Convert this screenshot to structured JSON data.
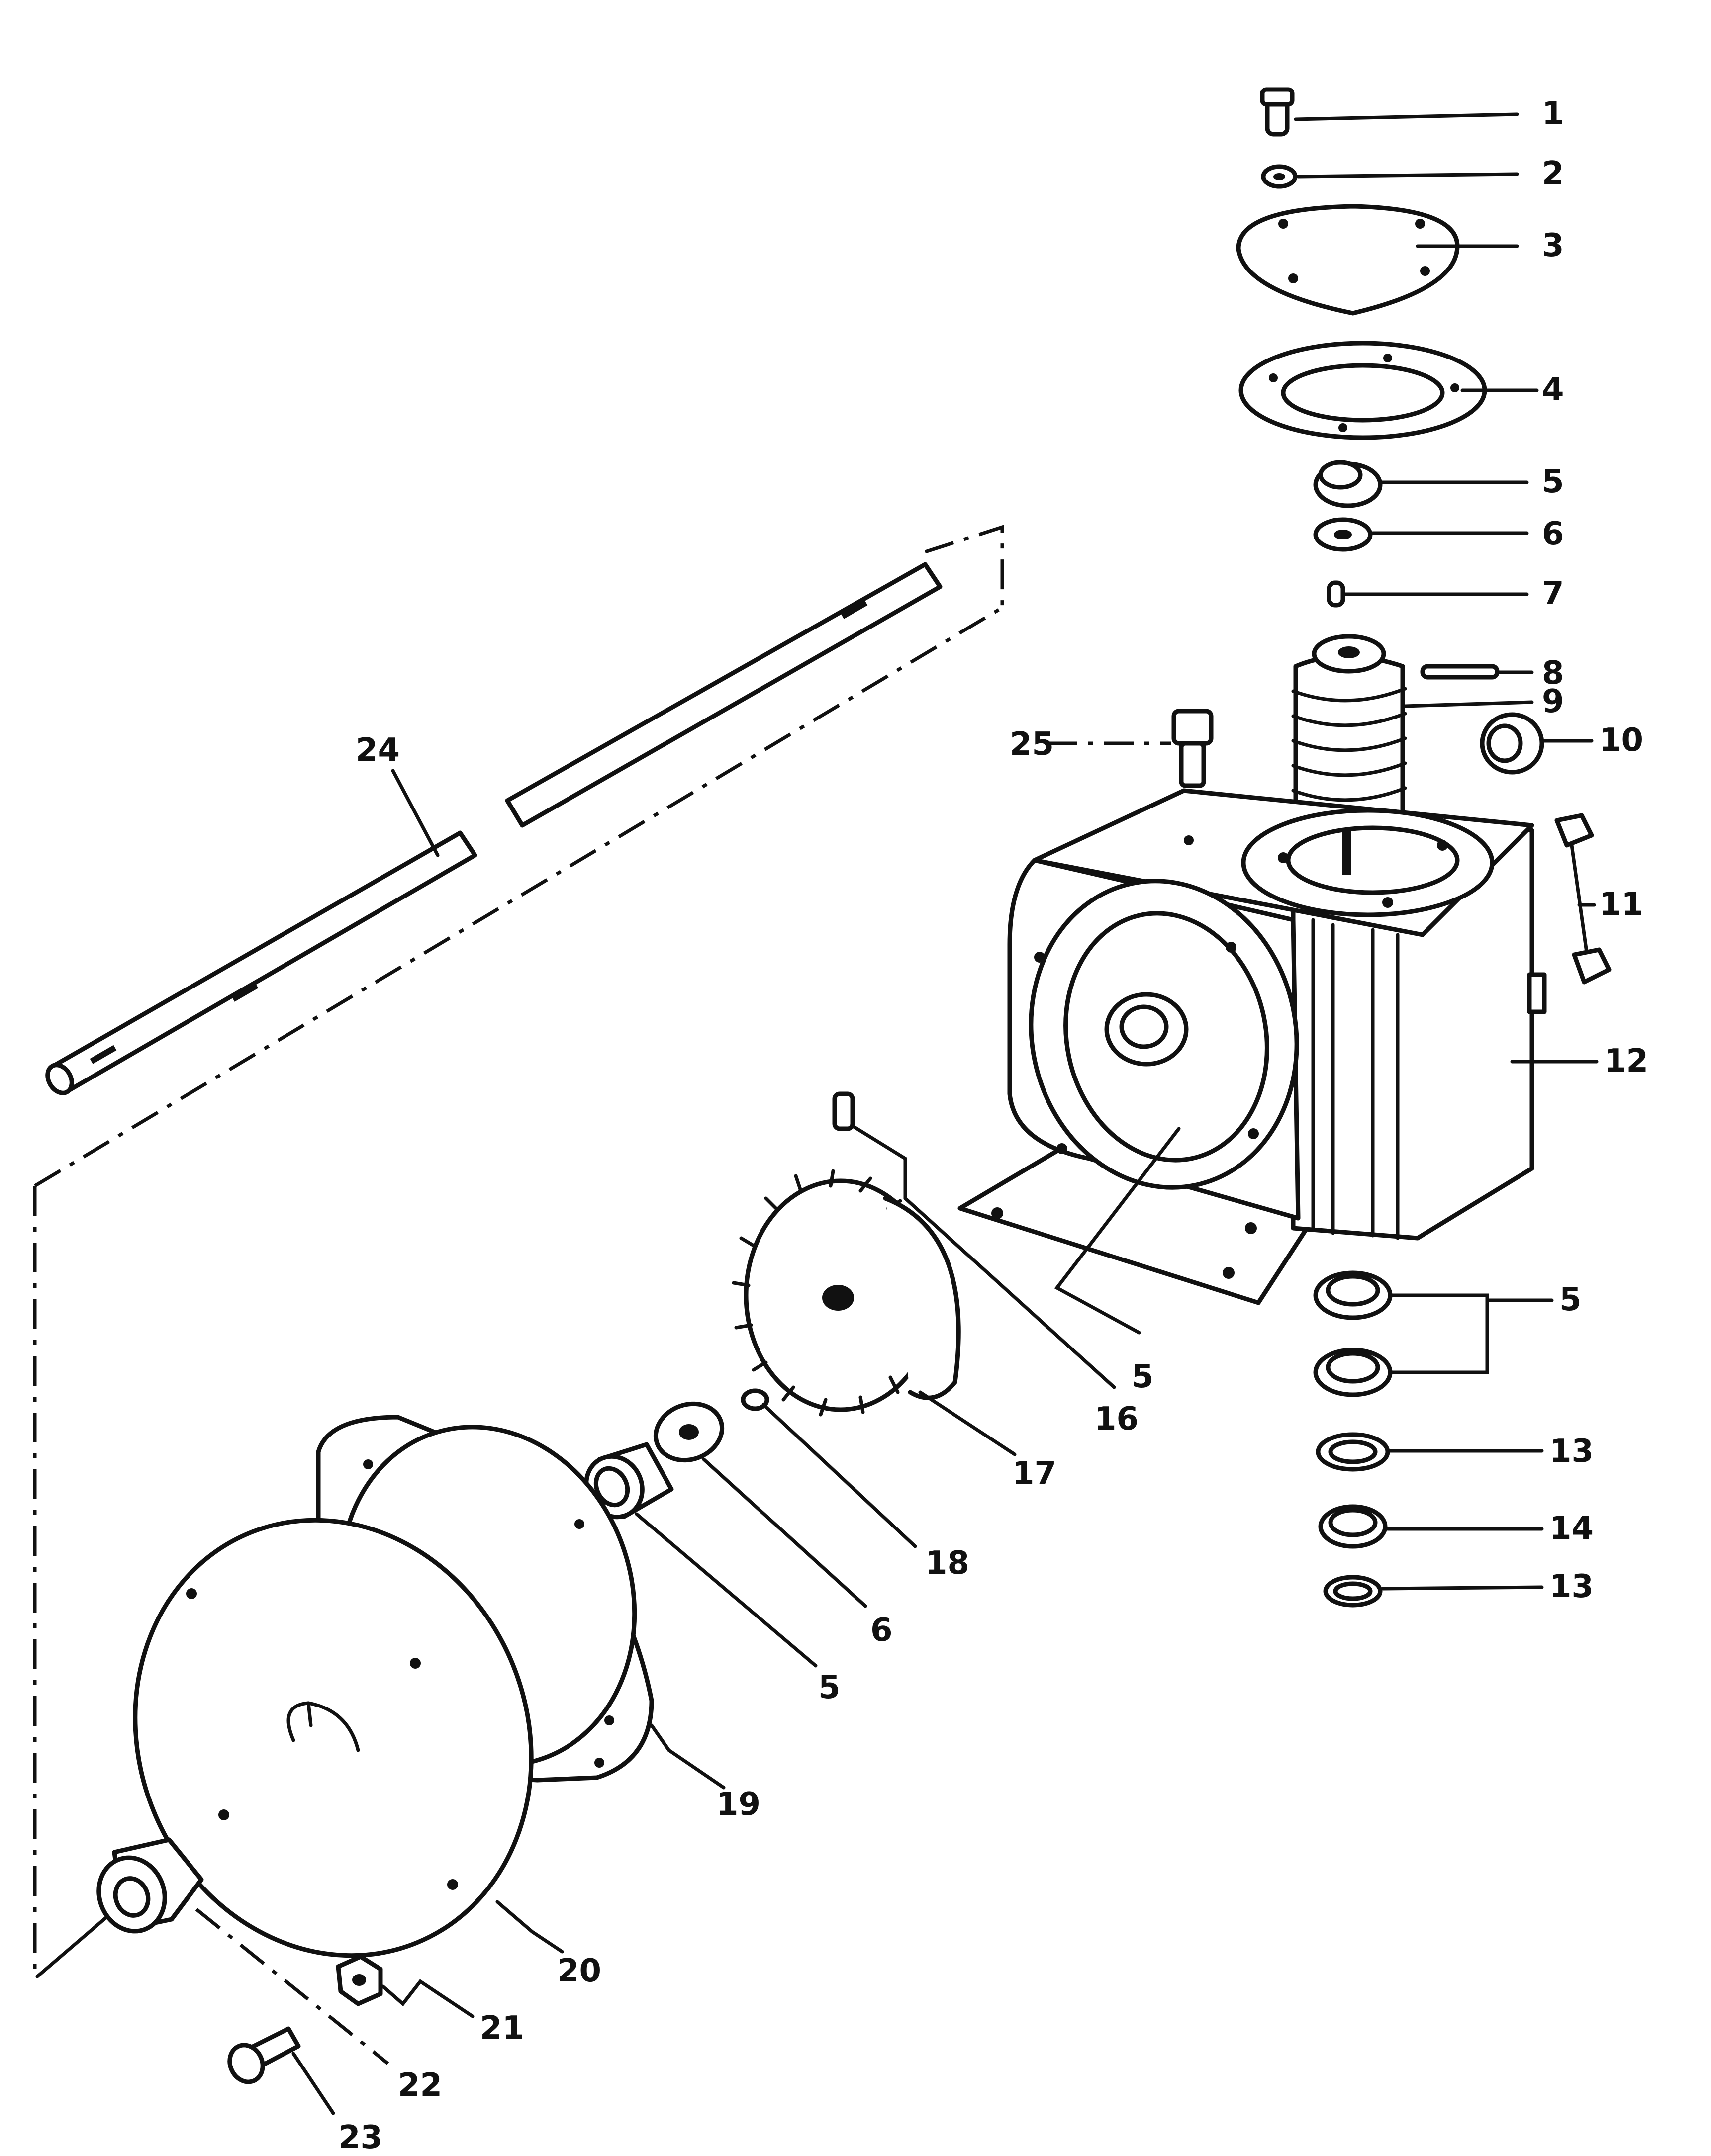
{
  "diagram": {
    "parts": [
      {
        "id": "p1",
        "label": "1"
      },
      {
        "id": "p2",
        "label": "2"
      },
      {
        "id": "p3",
        "label": "3"
      },
      {
        "id": "p4",
        "label": "4"
      },
      {
        "id": "p5a",
        "label": "5"
      },
      {
        "id": "p6a",
        "label": "6"
      },
      {
        "id": "p7",
        "label": "7"
      },
      {
        "id": "p8",
        "label": "8"
      },
      {
        "id": "p9",
        "label": "9"
      },
      {
        "id": "p10",
        "label": "10"
      },
      {
        "id": "p11",
        "label": "11"
      },
      {
        "id": "p12",
        "label": "12"
      },
      {
        "id": "p5b",
        "label": "5"
      },
      {
        "id": "p13a",
        "label": "13"
      },
      {
        "id": "p14",
        "label": "14"
      },
      {
        "id": "p13b",
        "label": "13"
      },
      {
        "id": "p5c",
        "label": "5"
      },
      {
        "id": "p16",
        "label": "16"
      },
      {
        "id": "p17",
        "label": "17"
      },
      {
        "id": "p18",
        "label": "18"
      },
      {
        "id": "p6b",
        "label": "6"
      },
      {
        "id": "p5d",
        "label": "5"
      },
      {
        "id": "p19",
        "label": "19"
      },
      {
        "id": "p20",
        "label": "20"
      },
      {
        "id": "p21",
        "label": "21"
      },
      {
        "id": "p22",
        "label": "22"
      },
      {
        "id": "p23",
        "label": "23"
      },
      {
        "id": "p24",
        "label": "24"
      },
      {
        "id": "p25",
        "label": "25"
      }
    ]
  }
}
